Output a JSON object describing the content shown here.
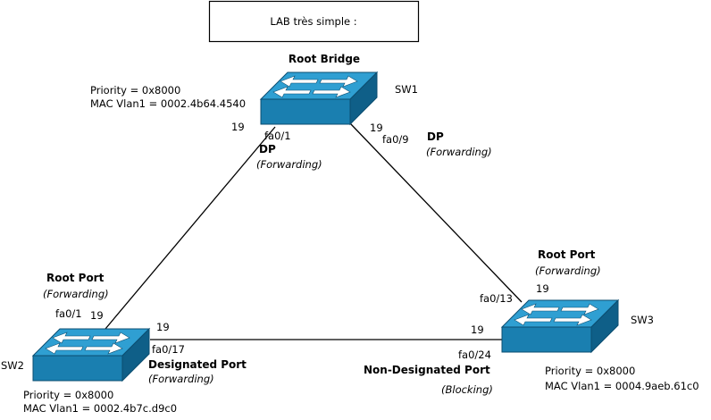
{
  "title": "LAB très simple :",
  "switches": {
    "sw1": {
      "name": "SW1",
      "role": "Root Bridge",
      "priority": "Priority = 0x8000",
      "mac": "MAC Vlan1 = 0002.4b64.4540"
    },
    "sw2": {
      "name": "SW2",
      "priority": "Priority = 0x8000",
      "mac": "MAC Vlan1 = 0002.4b7c.d9c0"
    },
    "sw3": {
      "name": "SW3",
      "priority": "Priority = 0x8000",
      "mac": "MAC Vlan1 = 0004.9aeb.61c0"
    }
  },
  "links": {
    "sw1_sw2": {
      "sw1_port": "fa0/1",
      "sw1_cost": "19",
      "sw1_role": "DP",
      "sw1_state": "(Forwarding)",
      "sw2_port": "fa0/1",
      "sw2_cost": "19",
      "sw2_role": "Root Port",
      "sw2_state": "(Forwarding)"
    },
    "sw1_sw3": {
      "sw1_port": "fa0/9",
      "sw1_cost": "19",
      "sw1_role": "DP",
      "sw1_state": "(Forwarding)",
      "sw3_port": "fa0/13",
      "sw3_cost": "19",
      "sw3_role": "Root Port",
      "sw3_state": "(Forwarding)"
    },
    "sw2_sw3": {
      "sw2_port": "fa0/17",
      "sw2_cost": "19",
      "sw2_role": "Designated Port",
      "sw2_state": "(Forwarding)",
      "sw3_port": "fa0/24",
      "sw3_cost": "19",
      "sw3_role": "Non-Designated Port",
      "sw3_state": "(Blocking)"
    }
  },
  "colors": {
    "switch_top": "#2f9fd2",
    "switch_front": "#1a7fb0",
    "switch_side": "#0f5f88",
    "arrow": "#ffffff",
    "line": "#000000"
  }
}
